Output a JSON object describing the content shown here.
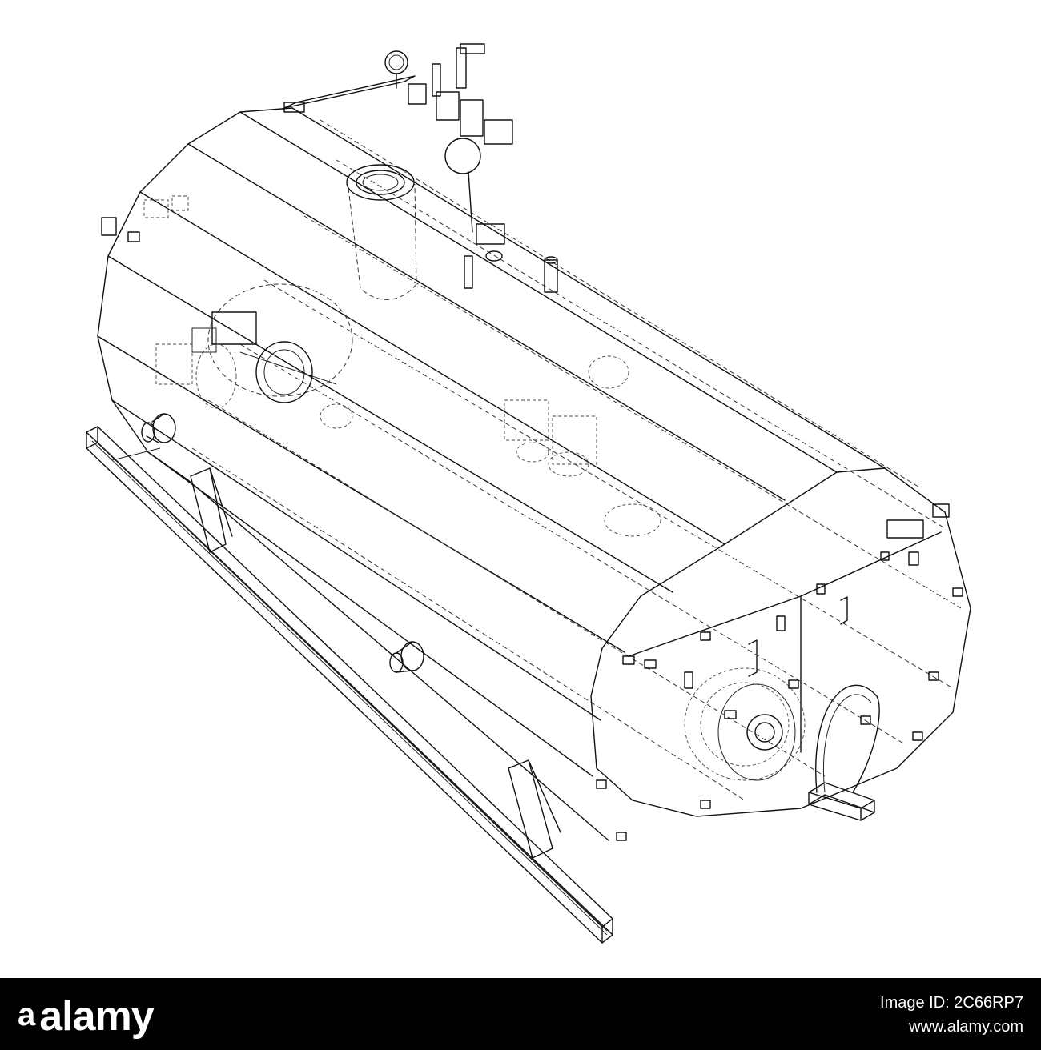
{
  "footer": {
    "brand": "alamy",
    "image_id_label": "Image ID: 2C66RP7",
    "url": "www.alamy.com"
  },
  "icons": {
    "brand_mark": "alamy-a-logo-icon"
  },
  "colors": {
    "footer_bg": "#000000",
    "line": "#111111",
    "background": "#ffffff"
  }
}
